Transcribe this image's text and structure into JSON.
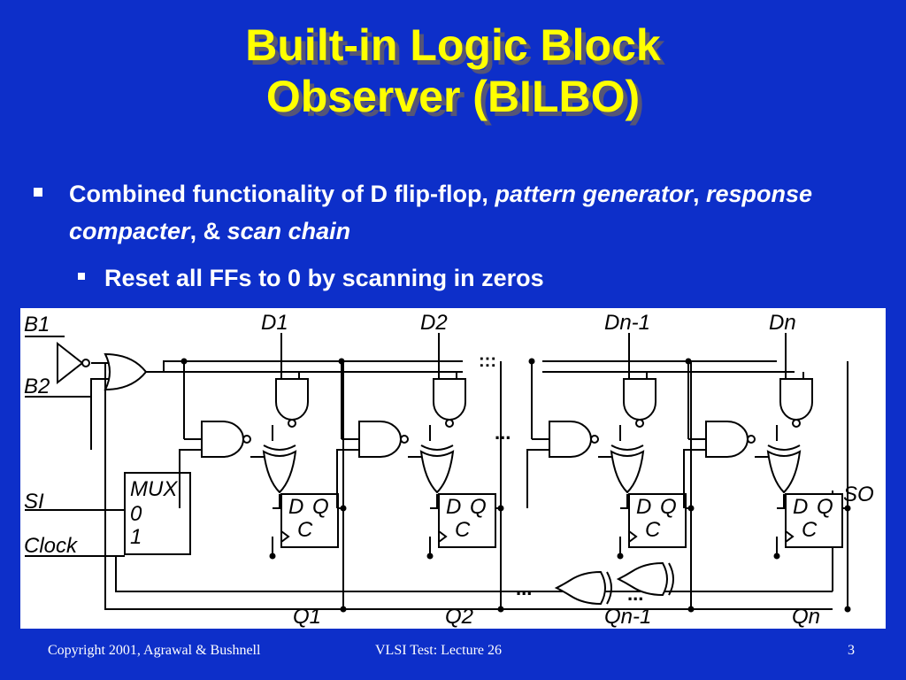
{
  "title": {
    "line1": "Built-in Logic Block",
    "line2": "Observer (BILBO)"
  },
  "bullet": {
    "part1": "Combined functionality of D flip-flop, ",
    "italic1": "pattern generator",
    "part2": ", ",
    "italic2": "response compacter",
    "part3": ", & ",
    "italic3": "scan chain"
  },
  "sub_bullet": "Reset all FFs to 0 by scanning in zeros",
  "diagram": {
    "inputs": {
      "b1": "B1",
      "b2": "B2",
      "si": "SI",
      "clock": "Clock"
    },
    "data_inputs": [
      "D1",
      "D2",
      "Dn-1",
      "Dn"
    ],
    "outputs": [
      "Q1",
      "Q2",
      "Qn-1",
      "Qn"
    ],
    "scan_out": "SO",
    "mux": {
      "label": "MUX",
      "in0": "0",
      "in1": "1"
    },
    "flipflop": {
      "d": "D",
      "q": "Q",
      "c": "C"
    },
    "ellipsis": "...",
    "vellipsis": ":::"
  },
  "footer": {
    "copyright": "Copyright 2001, Agrawal & Bushnell",
    "course": "VLSI Test: Lecture 26",
    "page": "3"
  }
}
